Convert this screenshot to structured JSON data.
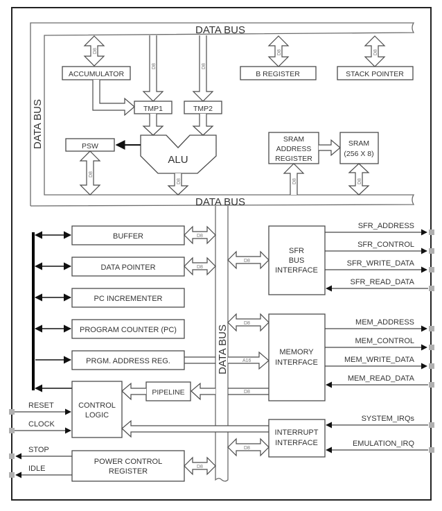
{
  "diagram": {
    "bus_labels": {
      "top": "DATA BUS",
      "left": "DATA BUS",
      "middle": "DATA BUS",
      "vertical": "DATA BUS"
    },
    "width_tags": {
      "d8": "D8",
      "a16": "A16"
    },
    "blocks": {
      "accumulator": "ACCUMULATOR",
      "b_register": "B  REGISTER",
      "stack_pointer": "STACK POINTER",
      "tmp1": "TMP1",
      "tmp2": "TMP2",
      "psw": "PSW",
      "alu": "ALU",
      "sram_addr_reg": [
        "SRAM",
        "ADDRESS",
        "REGISTER"
      ],
      "sram": [
        "SRAM",
        "(256 X 8)"
      ],
      "buffer": "BUFFER",
      "data_pointer": "DATA POINTER",
      "pc_incrementer": "PC INCREMENTER",
      "program_counter": "PROGRAM  COUNTER (PC)",
      "prgm_address_reg": "PRGM. ADDRESS REG.",
      "pipeline": "PIPELINE",
      "control_logic": [
        "CONTROL",
        "LOGIC"
      ],
      "power_control_register": [
        "POWER  CONTROL",
        "REGISTER"
      ],
      "sfr_bus_interface": [
        "SFR",
        "BUS",
        "INTERFACE"
      ],
      "memory_interface": [
        "MEMORY",
        "INTERFACE"
      ],
      "interrupt_interface": [
        "INTERRUPT",
        "INTERFACE"
      ]
    },
    "signals_right": [
      {
        "name": "SFR_ADDRESS",
        "direction": "out"
      },
      {
        "name": "SFR_CONTROL",
        "direction": "out"
      },
      {
        "name": "SFR_WRITE_DATA",
        "direction": "out"
      },
      {
        "name": "SFR_READ_DATA",
        "direction": "in"
      },
      {
        "name": "MEM_ADDRESS",
        "direction": "out"
      },
      {
        "name": "MEM_CONTROL",
        "direction": "out"
      },
      {
        "name": "MEM_WRITE_DATA",
        "direction": "out"
      },
      {
        "name": "MEM_READ_DATA",
        "direction": "in"
      },
      {
        "name": "SYSTEM_IRQs",
        "direction": "in"
      },
      {
        "name": "EMULATION_IRQ",
        "direction": "in"
      }
    ],
    "signals_left": [
      {
        "name": "RESET",
        "direction": "in"
      },
      {
        "name": "CLOCK",
        "direction": "in"
      },
      {
        "name": "STOP",
        "direction": "out"
      },
      {
        "name": "IDLE",
        "direction": "out"
      }
    ]
  }
}
